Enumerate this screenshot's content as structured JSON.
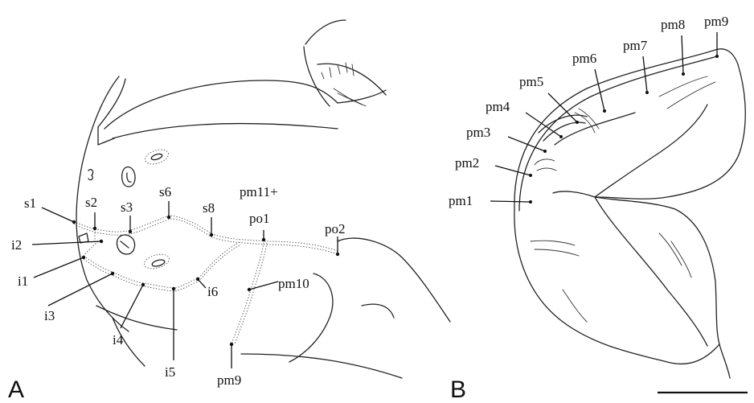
{
  "panel_a": {
    "letter": "A",
    "labels": {
      "s1": "s1",
      "s2": "s2",
      "s3": "s3",
      "s6": "s6",
      "s8": "s8",
      "pm11": "pm11+",
      "po1": "po1",
      "po2": "po2",
      "i1": "i1",
      "i2": "i2",
      "i3": "i3",
      "i4": "i4",
      "i5": "i5",
      "i6": "i6",
      "pm10": "pm10",
      "pm9": "pm9"
    }
  },
  "panel_b": {
    "letter": "B",
    "labels": {
      "pm1": "pm1",
      "pm2": "pm2",
      "pm3": "pm3",
      "pm4": "pm4",
      "pm5": "pm5",
      "pm6": "pm6",
      "pm7": "pm7",
      "pm8": "pm8",
      "pm9": "pm9"
    }
  }
}
